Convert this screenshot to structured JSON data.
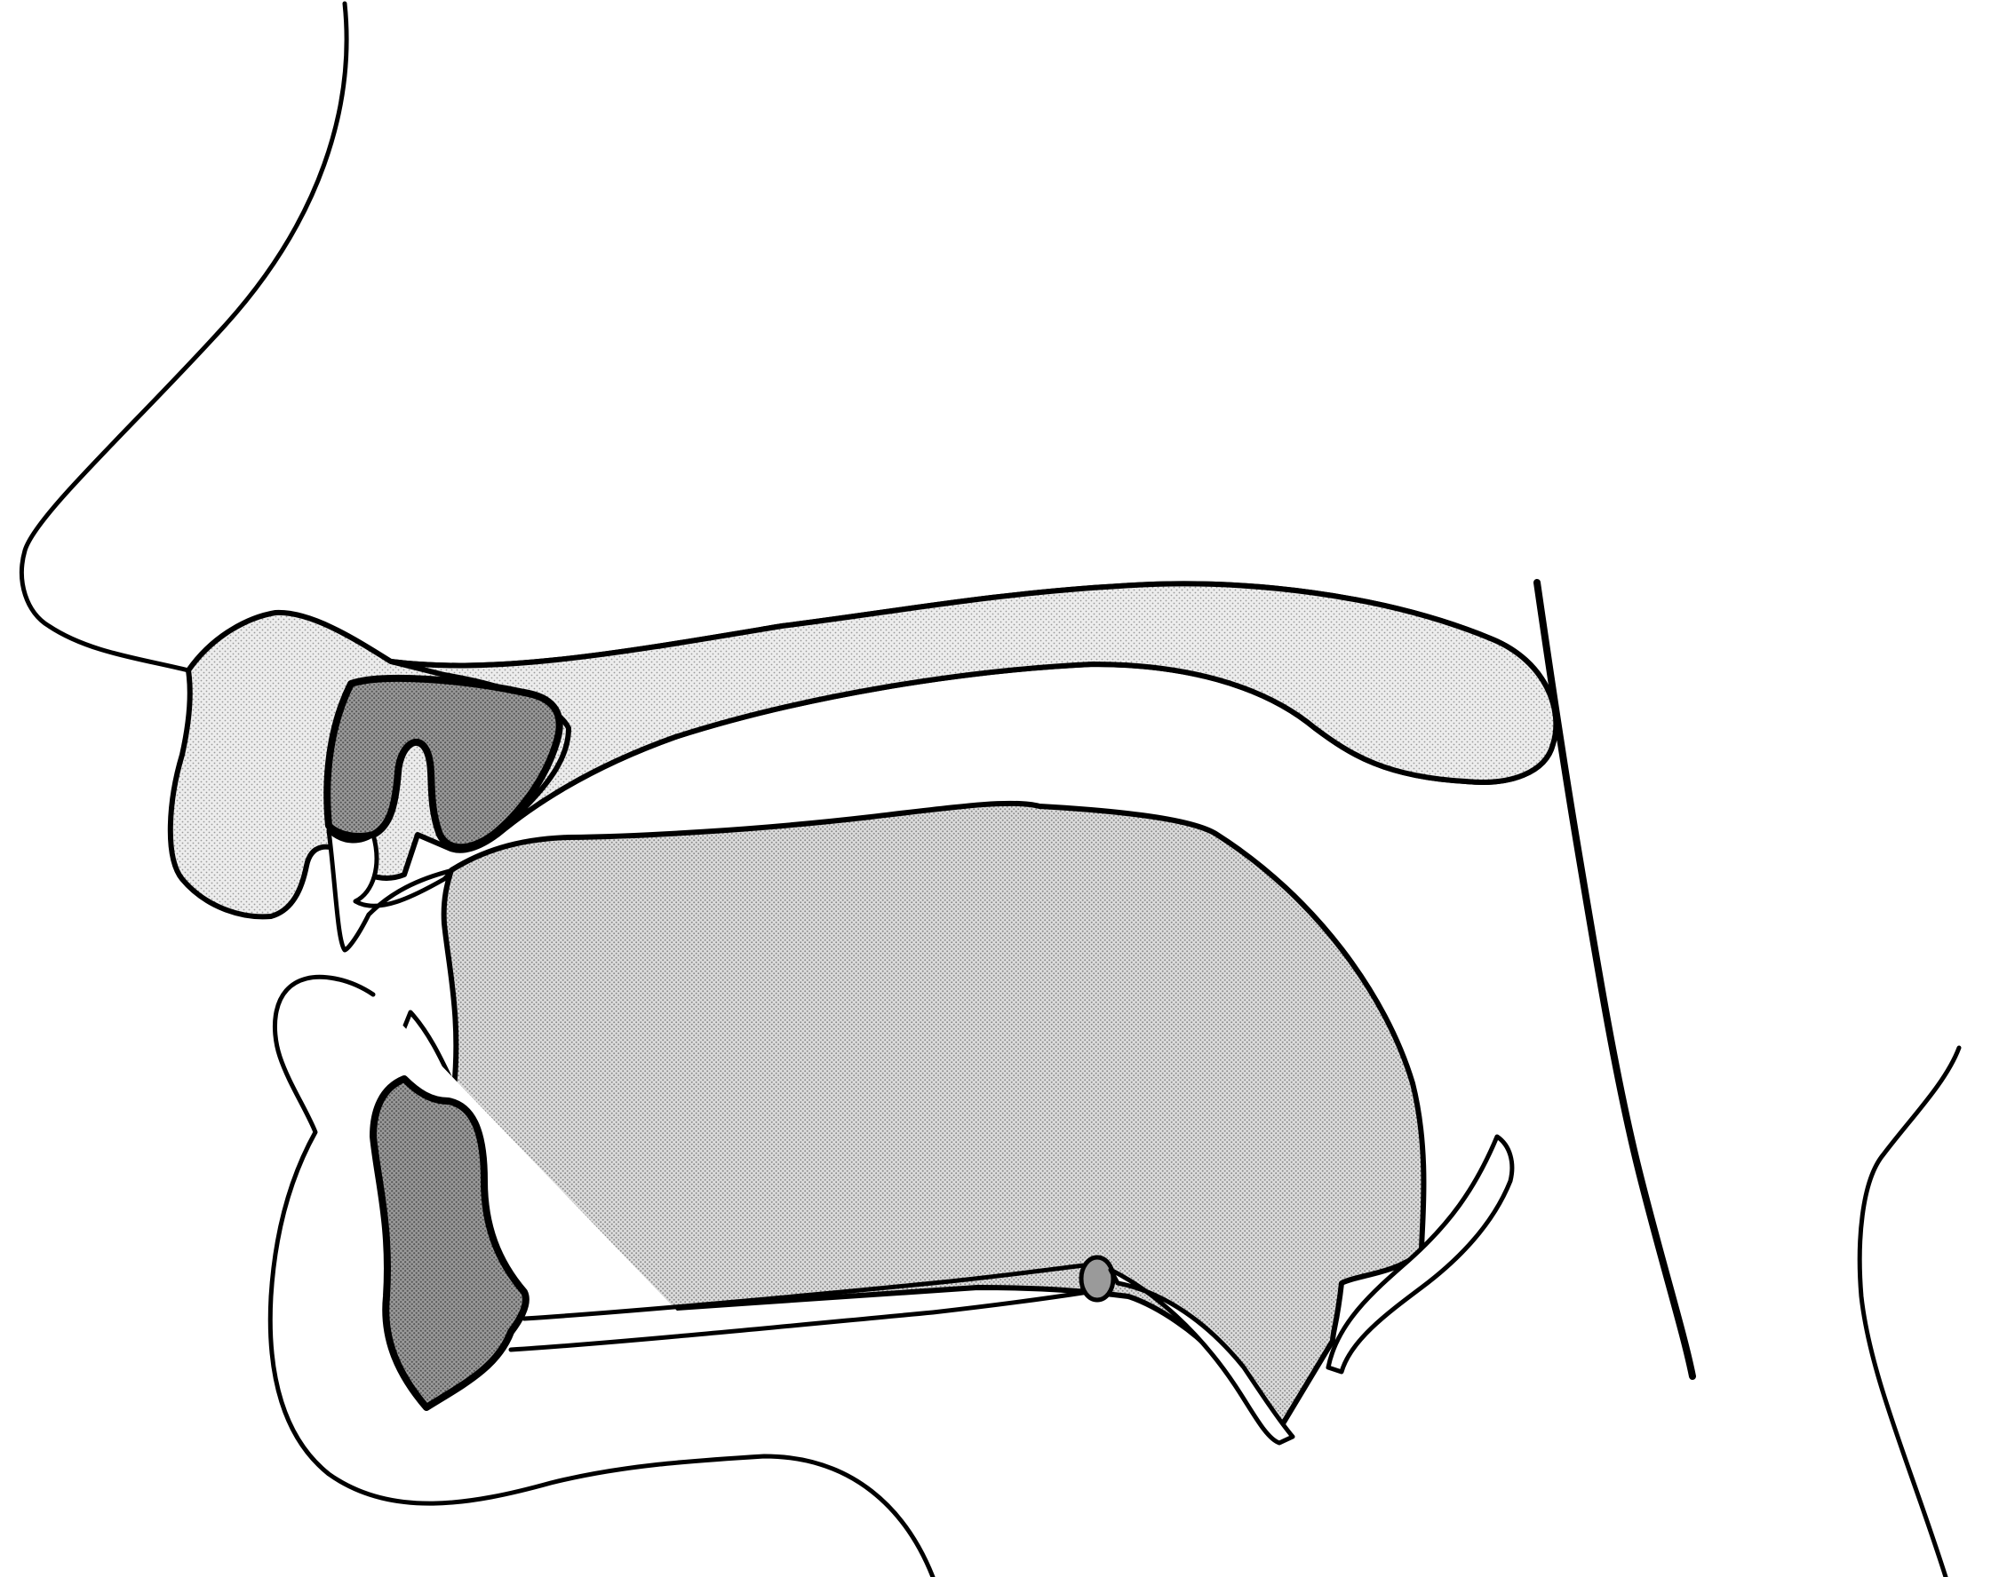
{
  "colors": {
    "background": "#ffffff",
    "outline": "#000000",
    "light_stipple": "#e6e6e6",
    "medium_stipple": "#d2d2d2",
    "dark_stipple": "#8f8f8f"
  },
  "diagram": {
    "view": "sagittal-cross-section",
    "parts": [
      "face-profile",
      "upper-lip",
      "palate",
      "upper-teeth",
      "upper-gum",
      "tongue",
      "lower-lip",
      "lower-teeth",
      "lower-gum",
      "jaw-floor",
      "hyoid-bone",
      "epiglottis",
      "pharynx-wall",
      "neck-back"
    ]
  }
}
